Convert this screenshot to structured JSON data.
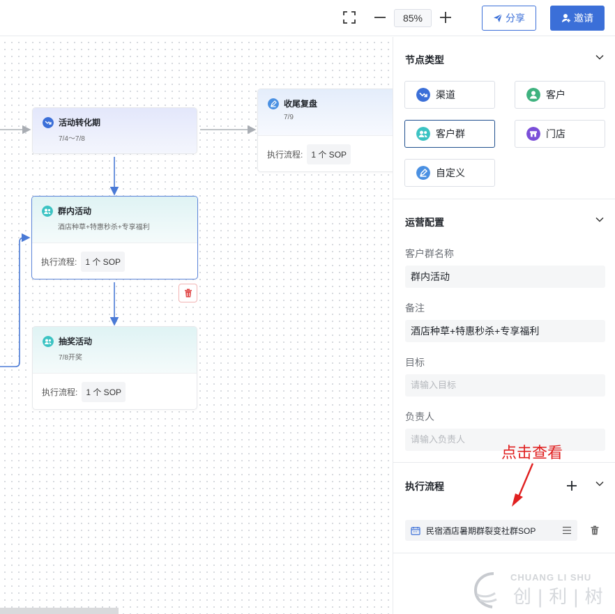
{
  "topbar": {
    "zoom": "85%",
    "share_label": "分享",
    "invite_label": "邀请"
  },
  "canvas": {
    "nodes": [
      {
        "title": "活动转化期",
        "subtitle": "7/4～7/8"
      },
      {
        "title": "收尾复盘",
        "subtitle": "7/9",
        "flow_label": "执行流程:",
        "flow_value": "1 个 SOP"
      },
      {
        "title": "群内活动",
        "subtitle": "酒店种草+特惠秒杀+专享福利",
        "flow_label": "执行流程:",
        "flow_value": "1 个 SOP"
      },
      {
        "title": "抽奖活动",
        "subtitle": "7/8开奖",
        "flow_label": "执行流程:",
        "flow_value": "1 个 SOP"
      }
    ]
  },
  "sidebar": {
    "node_type": {
      "title": "节点类型",
      "types": [
        {
          "label": "渠道",
          "icon": "channel-icon",
          "color": "#3b6fd8"
        },
        {
          "label": "客户",
          "icon": "customer-icon",
          "color": "#3fb27f"
        },
        {
          "label": "客户群",
          "icon": "customer-group-icon",
          "color": "#3cc3c3",
          "selected": true
        },
        {
          "label": "门店",
          "icon": "store-icon",
          "color": "#7b4fd8"
        },
        {
          "label": "自定义",
          "icon": "custom-icon",
          "color": "#4a90e2"
        }
      ]
    },
    "ops": {
      "title": "运营配置",
      "group_name_label": "客户群名称",
      "group_name_value": "群内活动",
      "remark_label": "备注",
      "remark_value": "酒店种草+特惠秒杀+专享福利",
      "goal_label": "目标",
      "goal_placeholder": "请输入目标",
      "owner_label": "负责人",
      "owner_placeholder": "请输入负责人"
    },
    "flow": {
      "title": "执行流程",
      "sop_name": "民宿酒店暑期群裂变社群SOP"
    },
    "annotation": "点击查看",
    "watermark": {
      "text_en": "CHUANG LI SHU",
      "text_cn": "创 | 利 | 树"
    }
  }
}
